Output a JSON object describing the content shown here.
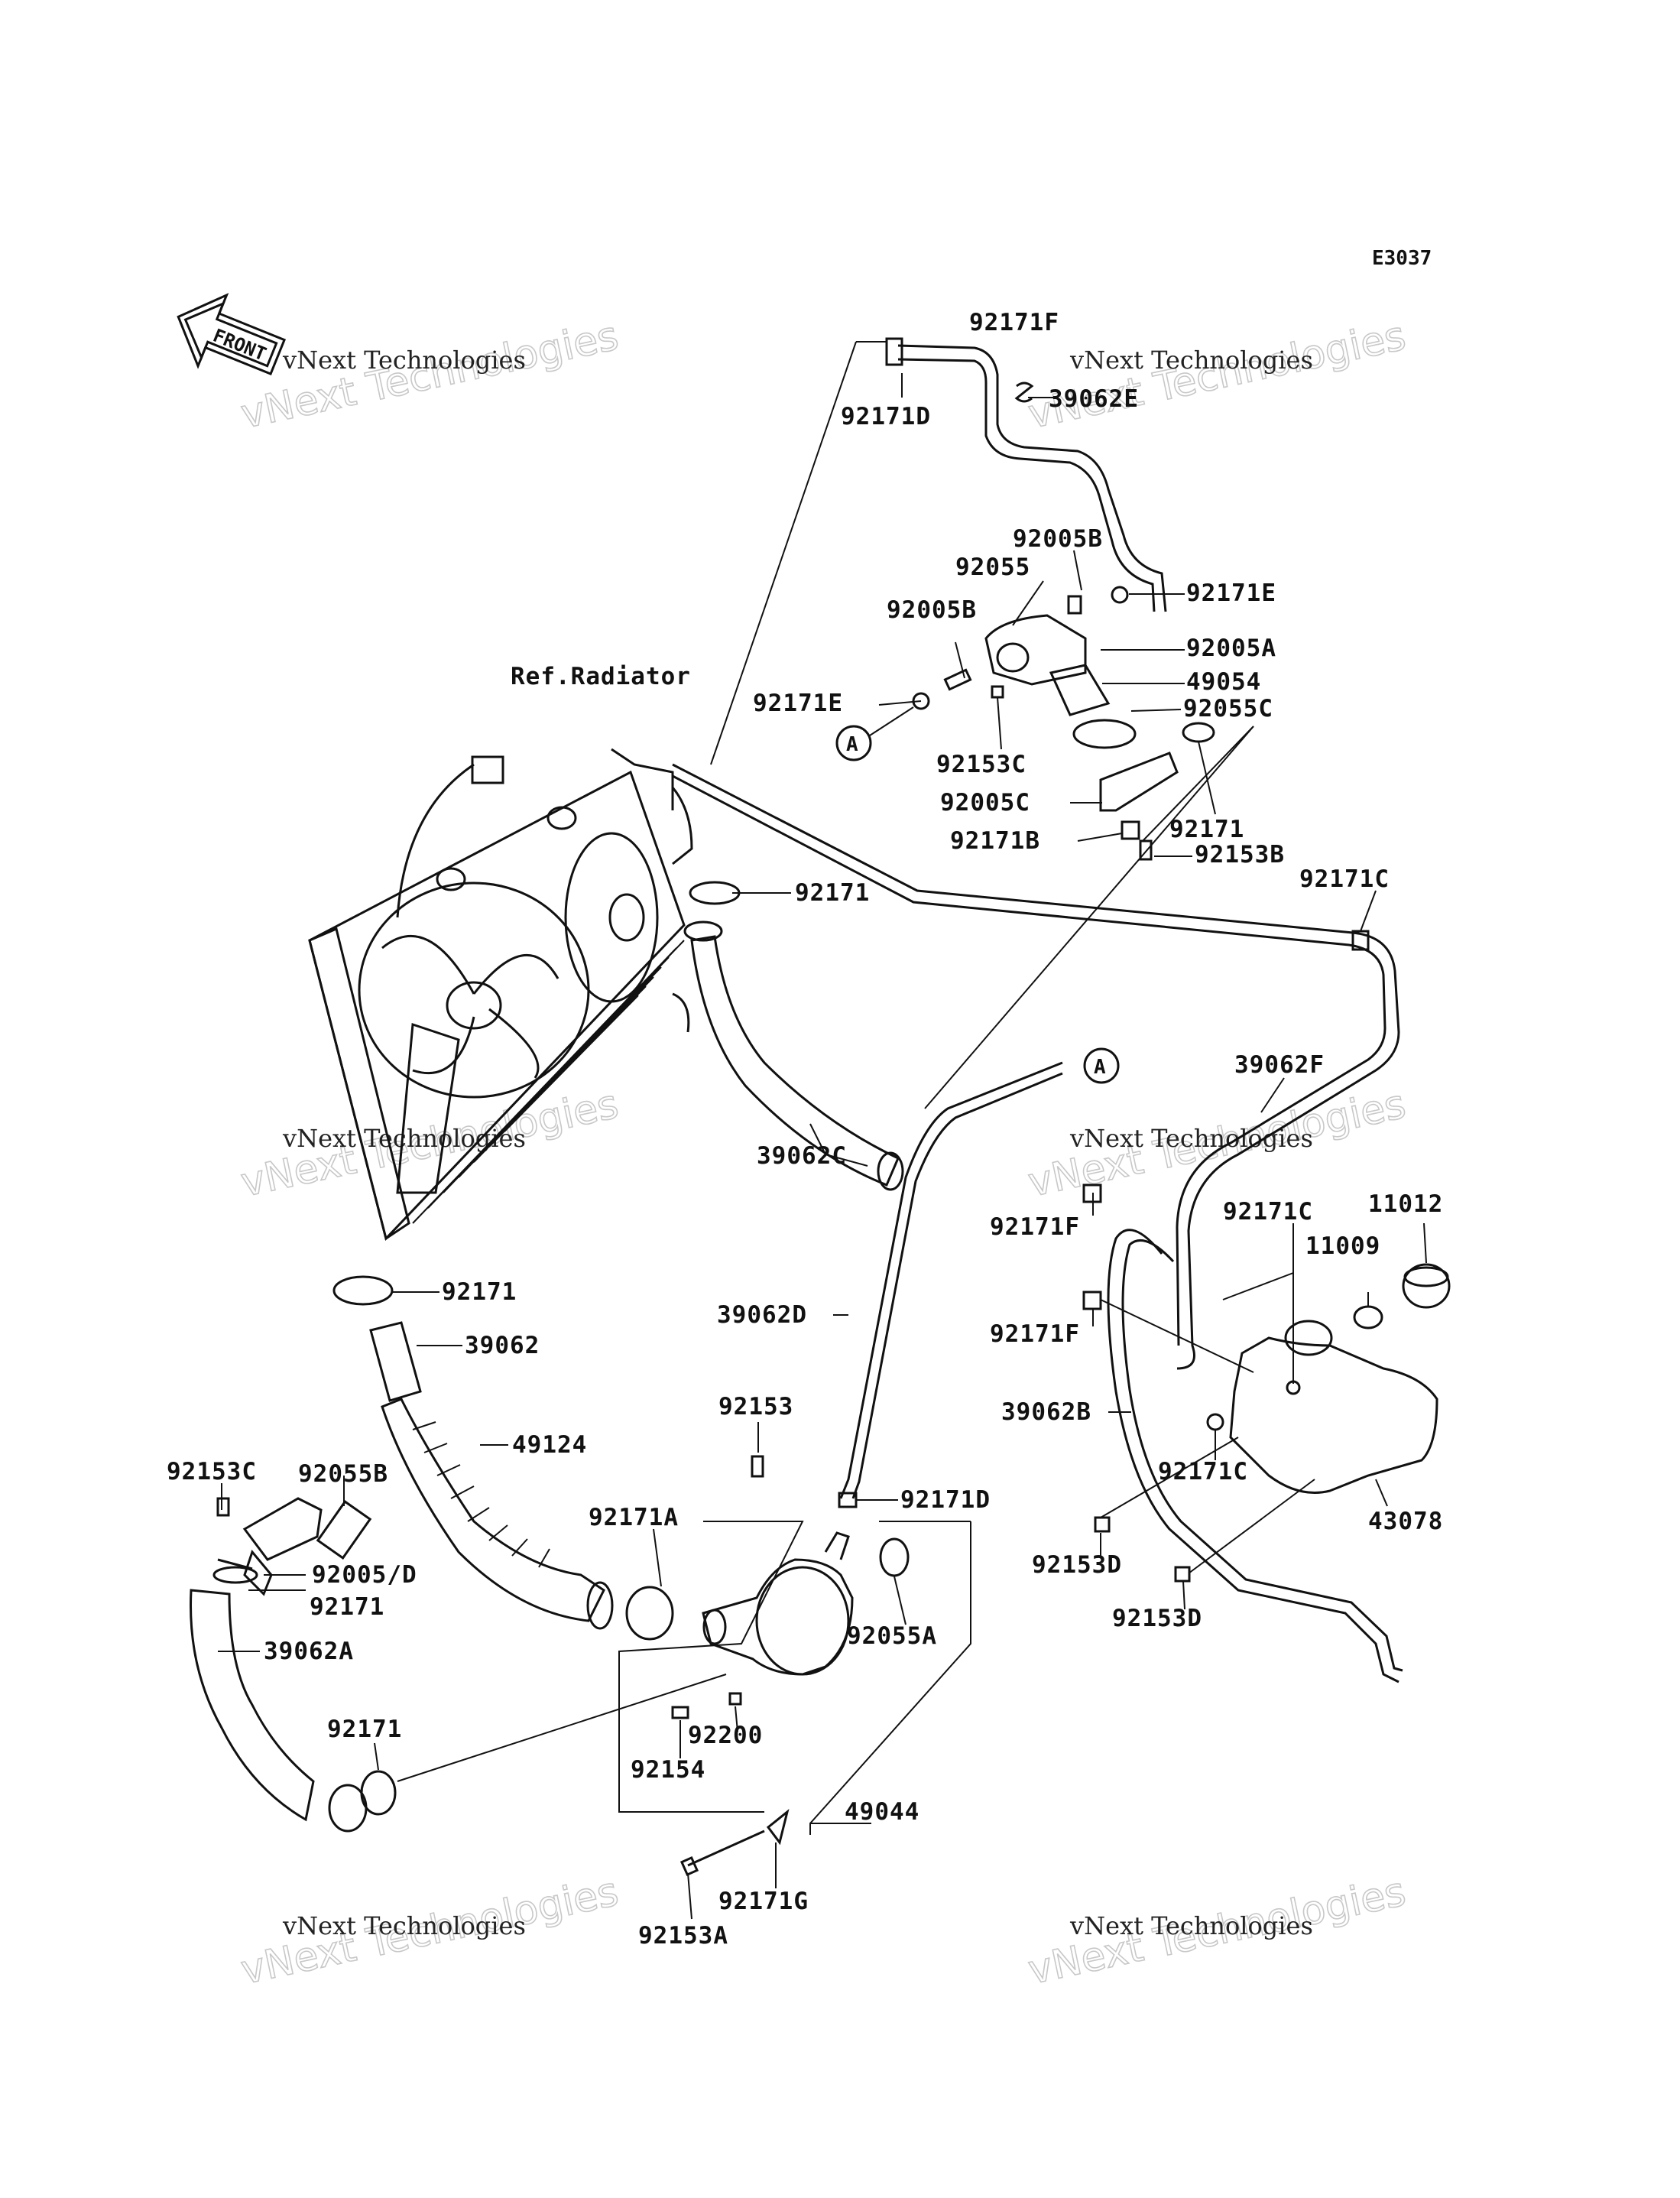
{
  "diagram_code": "E3037",
  "front_arrow_label": "FRONT",
  "reference_label": "Ref.Radiator",
  "watermark_line1": "vNext Technologies",
  "watermark_line2": "vNext Technologies",
  "callout_a": "A",
  "parts": {
    "p92171F_top": "92171F",
    "p39062E": "39062E",
    "p92171D_top": "92171D",
    "p92005B_top": "92005B",
    "p92055": "92055",
    "p92171E_right": "92171E",
    "p92005B_left": "92005B",
    "p92005A": "92005A",
    "p49054": "49054",
    "p92171E_left": "92171E",
    "p92055C": "92055C",
    "p92153C_top": "92153C",
    "p92005C": "92005C",
    "p92171_thermo": "92171",
    "p92171B": "92171B",
    "p92153B": "92153B",
    "p92171C_top": "92171C",
    "p92171_upper": "92171",
    "p39062F": "39062F",
    "p39062C": "39062C",
    "p92171_lower": "92171",
    "p39062": "39062",
    "p49124": "49124",
    "p92153C_left": "92153C",
    "p92055B": "92055B",
    "p92005D": "92005/D",
    "p92171_left": "92171",
    "p39062A": "39062A",
    "p92171_bottom": "92171",
    "p39062D": "39062D",
    "p92153": "92153",
    "p92171A": "92171A",
    "p92171D_pump": "92171D",
    "p92055A": "92055A",
    "p92200": "92200",
    "p92154": "92154",
    "p49044": "49044",
    "p92171G": "92171G",
    "p92153A": "92153A",
    "p92171F_mid": "92171F",
    "p92171F_low": "92171F",
    "p92171C_tank": "92171C",
    "p11012": "11012",
    "p11009": "11009",
    "p39062B": "39062B",
    "p92171C_tank2": "92171C",
    "p43078": "43078",
    "p92153D_left": "92153D",
    "p92153D_right": "92153D"
  }
}
